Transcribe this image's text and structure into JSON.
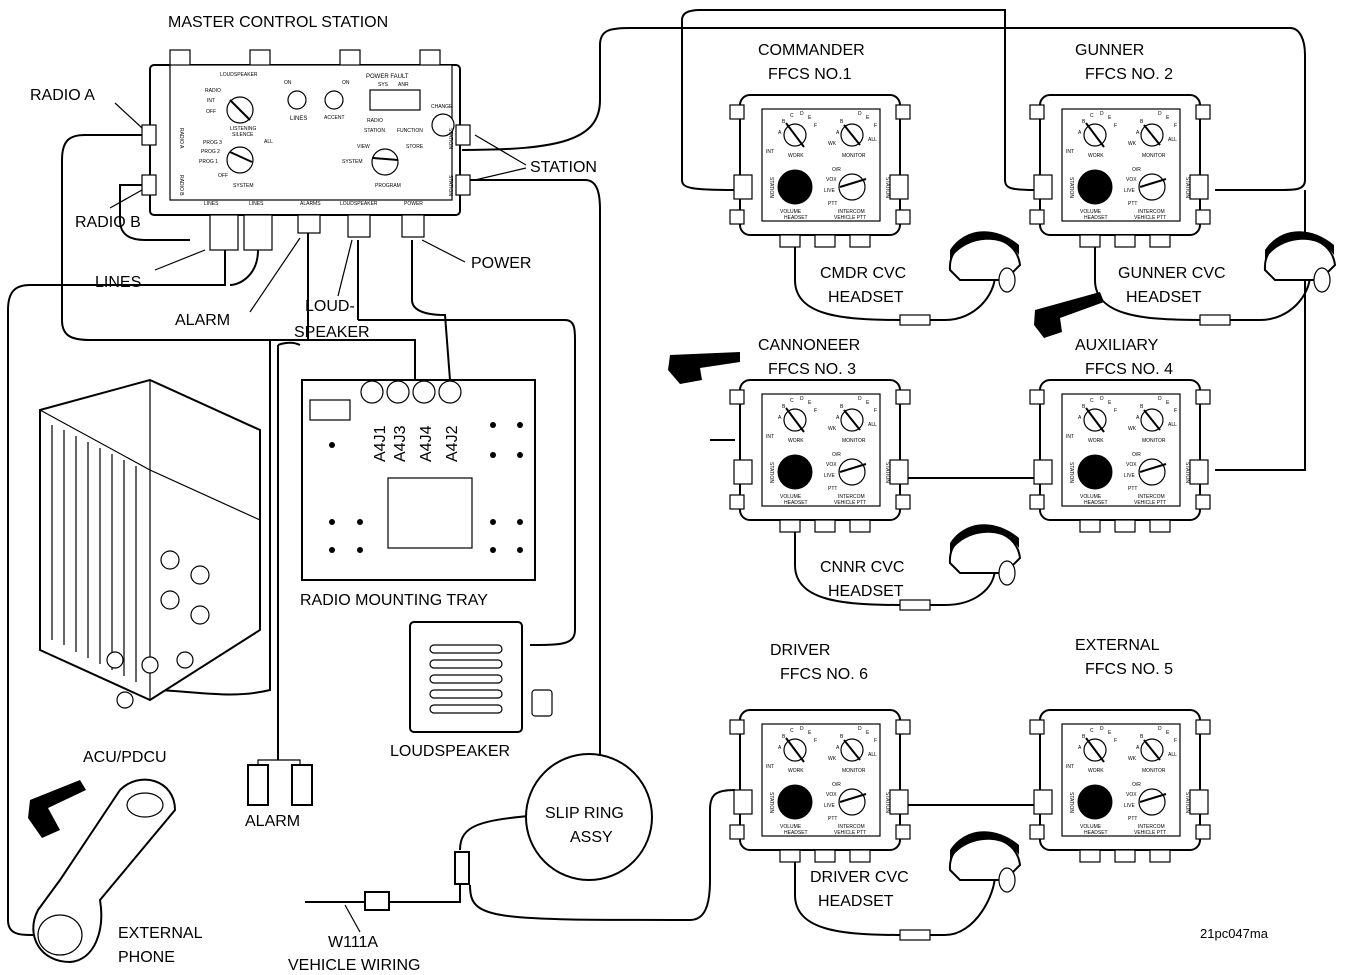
{
  "labels": {
    "master_control_station": "MASTER CONTROL STATION",
    "radio_a": "RADIO A",
    "radio_b": "RADIO B",
    "lines": "LINES",
    "alarm_cable": "ALARM",
    "loudspeaker_cable_1": "LOUD-",
    "loudspeaker_cable_2": "SPEAKER",
    "power": "POWER",
    "station": "STATION",
    "radio_mounting_tray": "RADIO MOUNTING TRAY",
    "loudspeaker": "LOUDSPEAKER",
    "acu_pdcu": "ACU/PDCU",
    "alarm": "ALARM",
    "external_phone_1": "EXTERNAL",
    "external_phone_2": "PHONE",
    "w111a_1": "W111A",
    "w111a_2": "VEHICLE WIRING",
    "slip_ring_1": "SLIP RING",
    "slip_ring_2": "ASSY",
    "figure_id": "21pc047ma"
  },
  "tray_jacks": [
    "A4J1",
    "A4J3",
    "A4J4",
    "A4J2"
  ],
  "mcs_panel": {
    "loudspeaker": "LOUDSPEAKER",
    "radio": "RADIO",
    "int": "INT",
    "off": "OFF",
    "listening_silence_1": "LISTENING",
    "listening_silence_2": "SILENCE",
    "on": "ON",
    "lines": "LINES",
    "accent": "ACCENT",
    "power_fault": "POWER FAULT",
    "sys": "SYS",
    "anr": "ANR",
    "change": "CHANGE",
    "prog3": "PROG 3",
    "prog2": "PROG 2",
    "prog1": "PROG 1",
    "all": "ALL",
    "system": "SYSTEM",
    "station": "STATION",
    "view": "VIEW",
    "store": "STORE",
    "function": "FUNCTION",
    "program": "PROGRAM",
    "bottom": [
      "LINES",
      "LINES",
      "ALARMS",
      "LOUDSPEAKER",
      "POWER"
    ],
    "side_radio_a": "RADIO A",
    "side_radio_b": "RADIO B",
    "side_station": "STATION"
  },
  "ffcs_panel": {
    "letters": [
      "A",
      "B",
      "C",
      "D",
      "E",
      "F"
    ],
    "int": "INT",
    "work": "WORK",
    "wk": "WK",
    "monitor": "MONITOR",
    "all": "ALL",
    "or": "O/R",
    "vox": "VOX",
    "live": "LIVE",
    "ptt": "PTT",
    "volume": "VOLUME",
    "headset": "HEADSET",
    "intercom": "INTERCOM",
    "vehicle_ptt": "VEHICLE PTT",
    "station": "STATION"
  },
  "stations": [
    {
      "title1": "COMMANDER",
      "title2": "FFCS NO.1",
      "headset1": "CMDR CVC",
      "headset2": "HEADSET"
    },
    {
      "title1": "GUNNER",
      "title2": "FFCS NO. 2",
      "headset1": "GUNNER CVC",
      "headset2": "HEADSET"
    },
    {
      "title1": "CANNONEER",
      "title2": "FFCS NO. 3",
      "headset1": "CNNR CVC",
      "headset2": "HEADSET"
    },
    {
      "title1": "AUXILIARY",
      "title2": "FFCS NO. 4",
      "headset1": "",
      "headset2": ""
    },
    {
      "title1": "DRIVER",
      "title2": "FFCS NO. 6",
      "headset1": "DRIVER CVC",
      "headset2": "HEADSET"
    },
    {
      "title1": "EXTERNAL",
      "title2": "FFCS NO. 5",
      "headset1": "",
      "headset2": ""
    }
  ]
}
